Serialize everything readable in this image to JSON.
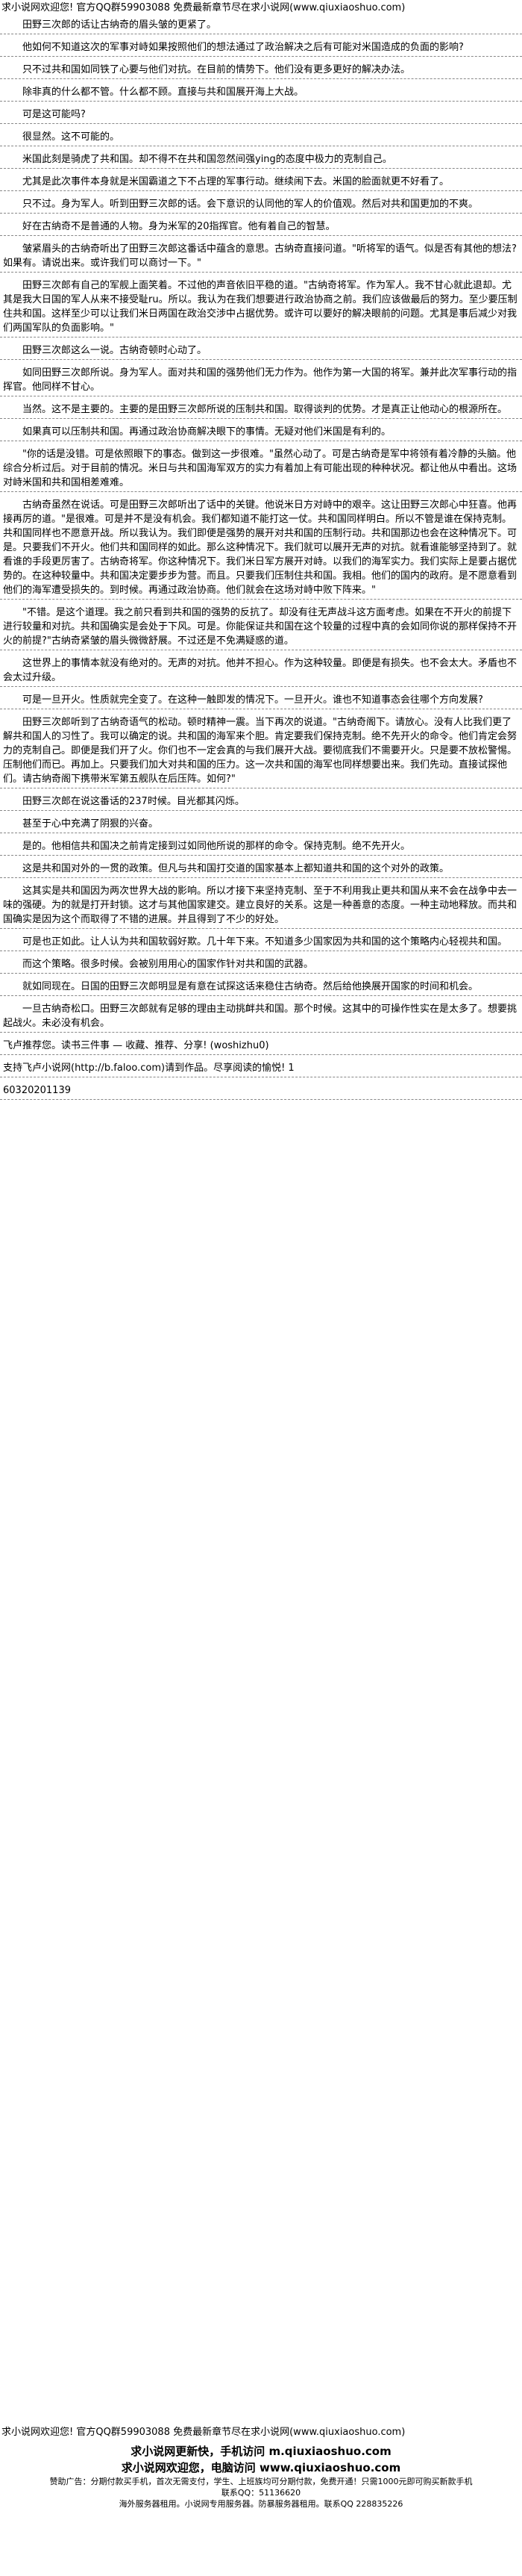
{
  "header": {
    "text": "求小说网欢迎您! 官方QQ群59903088 免费最新章节尽在求小说网(www.qiuxiaoshuo.com)"
  },
  "paragraphs": [
    "田野三次郎的话让古纳奇的眉头皱的更紧了。",
    "他如何不知道这次的军事对峙如果按照他们的想法通过了政治解决之后有可能对米国造成的负面的影响?",
    "只不过共和国如同铁了心要与他们对抗。在目前的情势下。他们没有更多更好的解决办法。",
    "除非真的什么都不管。什么都不顾。直接与共和国展开海上大战。",
    "可是这可能吗?",
    "很显然。这不可能的。",
    "米国此刻是骑虎了共和国。却不得不在共和国忽然间强ying的态度中极力的克制自己。",
    "尤其是此次事件本身就是米国霸道之下不占理的军事行动。继续闹下去。米国的脸面就更不好看了。",
    "只不过。身为军人。听到田野三次郎的话。会下意识的认同他的军人的价值观。然后对共和国更加的不爽。",
    "好在古纳奇不是普通的人物。身为米军的20指挥官。他有着自己的智慧。",
    "皱紧眉头的古纳奇听出了田野三次郎这番话中蕴含的意思。古纳奇直接问道。\"听将军的语气。似是否有其他的想法?如果有。请说出来。或许我们可以商讨一下。\"",
    "田野三次郎有自己的军舰上面笑着。不过他的声音依旧平稳的道。\"古纳奇将军。作为军人。我不甘心就此退却。尤其是我大日国的军人从来不接受耻ru。所以。我认为在我们想要进行政治协商之前。我们应该做最后的努力。至少要压制住共和国。这样至少可以让我们米日两国在政治交涉中占据优势。或许可以要好的解决眼前的问题。尤其是事后减少对我们两国军队的负面影响。\"",
    "田野三次郎这么一说。古纳奇顿时心动了。",
    "如同田野三次郎所说。身为军人。面对共和国的强势他们无力作为。他作为第一大国的将军。兼并此次军事行动的指挥官。他同样不甘心。",
    "当然。这不是主要的。主要的是田野三次郎所说的压制共和国。取得谈判的优势。才是真正让他动心的根源所在。",
    "如果真可以压制共和国。再通过政治协商解决眼下的事情。无疑对他们米国是有利的。",
    "\"你的话是没错。可是依照眼下的事态。做到这一步很难。\"虽然心动了。可是古纳奇是军中将领有着冷静的头脑。他综合分析过后。对于目前的情况。米日与共和国海军双方的实力有着加上有可能出现的种种状况。都让他从中看出。这场对峙米国和共和国相差难难。",
    "古纳奇虽然在说话。可是田野三次郎听出了话中的关键。他说米日方对峙中的艰辛。这让田野三次郎心中狂喜。他再接再厉的道。\"是很难。可是并不是没有机会。我们都知道不能打这一仗。共和国同样明白。所以不管是谁在保持克制。共和国同样也不愿意开战。所以我认为。我们即便是强势的展开对共和国的压制行动。共和国那边也会在这种情况下。可是。只要我们不开火。他们共和国同样的如此。那么这种情况下。我们就可以展开无声的对抗。就看谁能够坚持到了。就看谁的手段更厉害了。古纳奇将军。你这种情况下。我们米日军方展开对峙。以我们的海军实力。我们实际上是要占据优势的。在这种较量中。共和国决定要步步为营。而且。只要我们压制住共和国。我相。他们的国内的政府。是不愿意看到他们的海军遭受损失的。到时候。再通过政治协商。他们就会在这场对峙中败下阵来。\"",
    "\"不错。是这个道理。我之前只看到共和国的强势的反抗了。却没有往无声战斗这方面考虑。如果在不开火的前提下进行较量和对抗。共和国确实是会处于下风。可是。你能保证共和国在这个较量的过程中真的会如同你说的那样保持不开火的前提?\"古纳奇紧皱的眉头微微舒展。不过还是不免满疑惑的道。",
    "这世界上的事情本就没有绝对的。无声的对抗。他并不担心。作为这种较量。即便是有损失。也不会太大。矛盾也不会太过升级。",
    "可是一旦开火。性质就完全变了。在这种一触即发的情况下。一旦开火。谁也不知道事态会往哪个方向发展?",
    "田野三次郎听到了古纳奇语气的松动。顿时精神一震。当下再次的说道。\"古纳奇阁下。请放心。没有人比我们更了解共和国人的习性了。我可以确定的说。共和国的海军来个胆。肯定要我们保持克制。绝不先开火的命令。他们肯定会努力的克制自己。即便是我们开了火。你们也不一定会真的与我们展开大战。要彻底我们不需要开火。只是要不放松警惕。压制他们而已。再加上。只要我们加大对共和国的压力。这一次共和国的海军也同样想要出来。我们先动。直接试探他们。请古纳奇阁下携带米军第五舰队在后压阵。如何?\"",
    "田野三次郎在说这番话的237时候。目光都其闪烁。",
    "甚至于心中充满了阴狠的兴奋。",
    "是的。他相信共和国决之前肯定接到过如同他所说的那样的命令。保持克制。绝不先开火。",
    "这是共和国对外的一贯的政策。但凡与共和国打交道的国家基本上都知道共和国的这个对外的政策。",
    "这其实是共和国因为两次世界大战的影响。所以才接下来坚持克制、至于不利用我止更共和国从来不会在战争中去一味的强硬。为的就是打开封锁。这才与其他国家建交。建立良好的关系。这是一种善意的态度。一种主动地释放。而共和国确实是因为这个而取得了不错的进展。并且得到了不少的好处。",
    "可是也正如此。让人认为共和国软弱好欺。几十年下来。不知道多少国家因为共和国的这个策略内心轻视共和国。",
    "而这个策略。很多时候。会被别用用心的国家作针对共和国的武器。",
    "就如同现在。日国的田野三次郎明显是有意在试探这话来稳住古纳奇。然后给他换展开国家的时间和机会。",
    "一旦古纳奇松口。田野三次郎就有足够的理由主动挑衅共和国。那个时候。这其中的可操作性实在是太多了。想要挑起战火。未必没有机会。"
  ],
  "closing": "飞卢推荐您。读书三件事 — 收藏、推荐、分享! (woshizhu0)",
  "support": "支持飞卢小说网(http://b.faloo.com)请到作品。尽享阅读的愉悦! 1",
  "number_line": "60320201139",
  "footer": {
    "line1": "求小说网欢迎您! 官方QQ群59903088 免费最新章节尽在求小说网(www.qiuxiaoshuo.com)",
    "line2": "求小说网更新快，手机访问 m.qiuxiaoshuo.com",
    "line3": "求小说网欢迎您，电脑访问 www.qiuxiaoshuo.com",
    "small1": "赞助广告：分期付款买手机，首次无需支付，学生、上班族均可分期付款，免费开通！只需1000元即可购买新款手机",
    "small2": "联系QQ：51136620",
    "small3": "海外服务器租用。小说网专用服务器。防暴服务器租用。联系QQ 228835226"
  }
}
